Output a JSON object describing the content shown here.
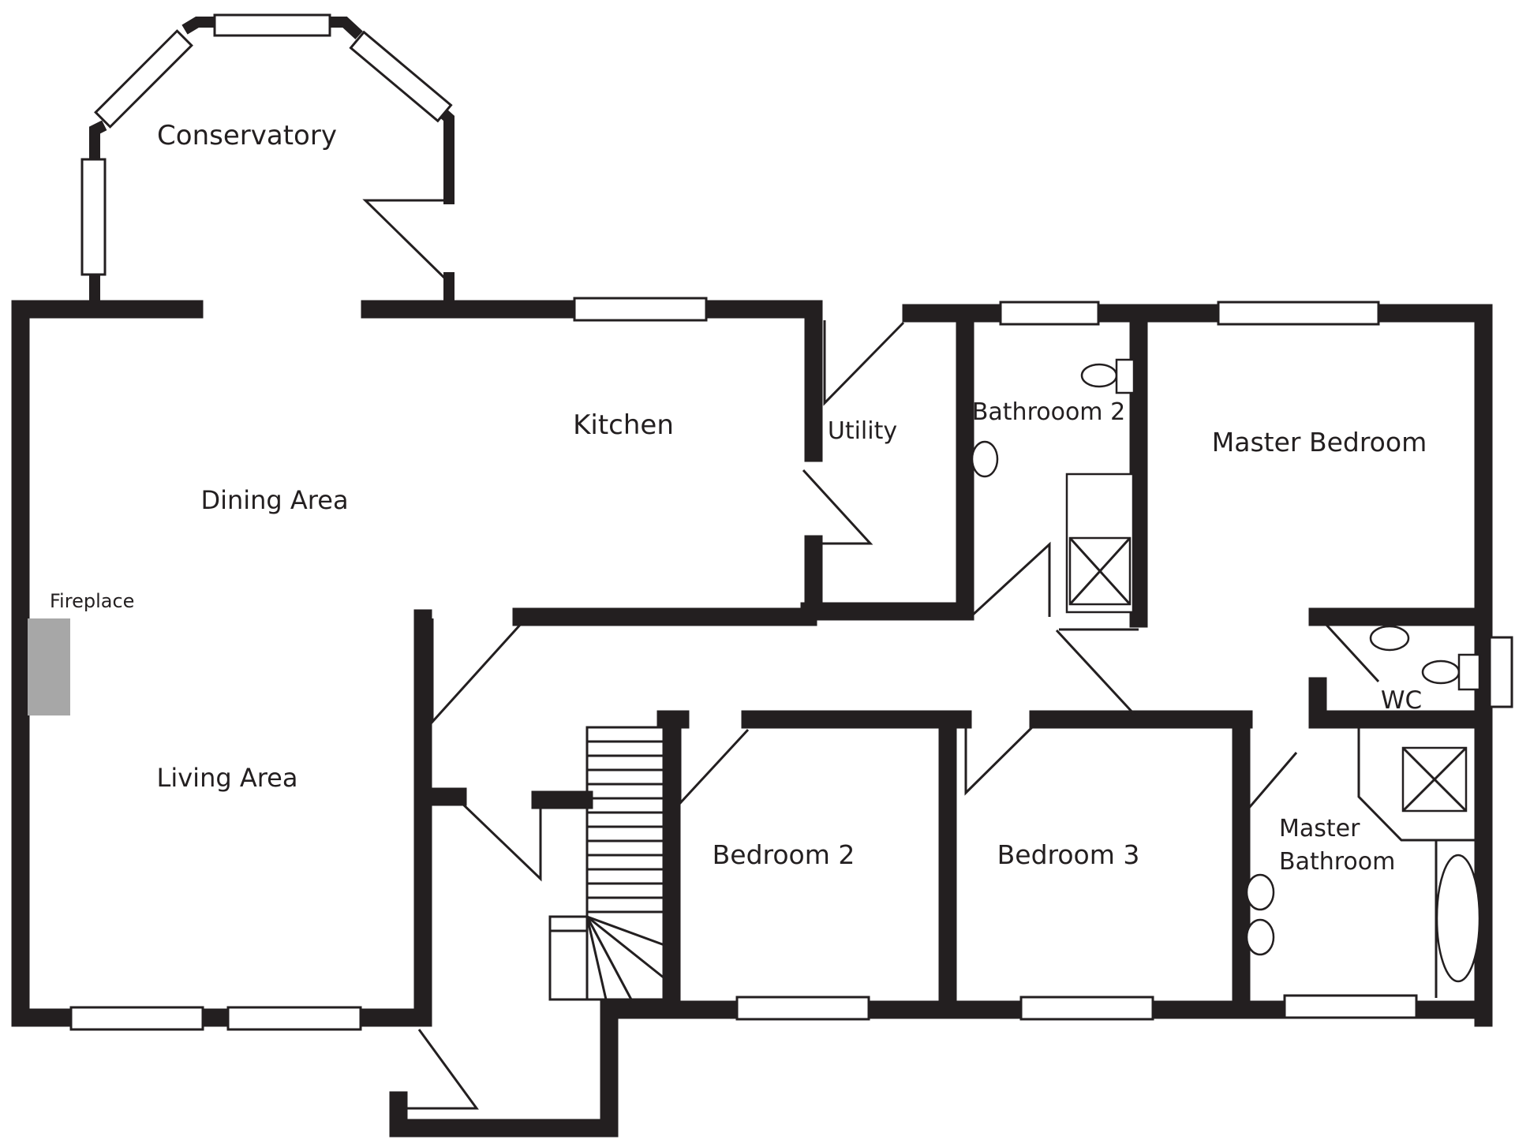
{
  "rooms": {
    "conservatory": "Conservatory",
    "kitchen": "Kitchen",
    "dining": "Dining Area",
    "living": "Living Area",
    "utility": "Utility",
    "bathroom2": "Bathrooom 2",
    "master_bedroom": "Master Bedroom",
    "wc": "WC",
    "bedroom2": "Bedroom 2",
    "bedroom3": "Bedroom 3",
    "master_bathroom_line1": "Master",
    "master_bathroom_line2": "Bathroom",
    "fireplace": "Fireplace"
  },
  "colors": {
    "wall": "#231f20",
    "fireplace": "#a7a7a7",
    "background": "#ffffff"
  }
}
